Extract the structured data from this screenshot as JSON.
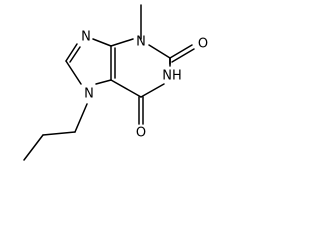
{
  "molecule": {
    "atoms": {
      "n_imidazole_top": "N",
      "n3_methyl": "N",
      "o_c2": "O",
      "nh": "NH",
      "o_c6": "O",
      "n7_propyl": "N"
    }
  },
  "colors": {
    "bond": "#000000",
    "text": "#000000",
    "background": "#ffffff"
  }
}
